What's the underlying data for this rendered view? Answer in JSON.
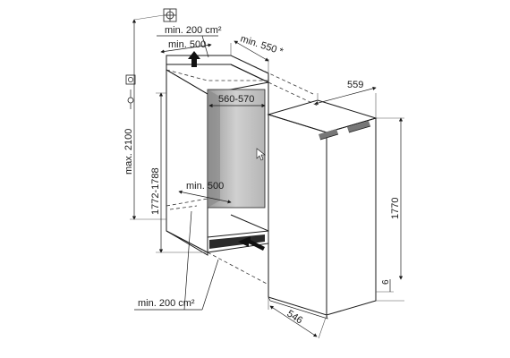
{
  "labels": {
    "vent_top": "min. 200 cm²",
    "vent_bottom": "min. 200 cm²",
    "depth_top": "min. 500",
    "depth_bottom": "min. 500",
    "niche_depth": "min. 550 *",
    "niche_width": "560-570",
    "niche_height": "1772-1788",
    "max_height": "max. 2100",
    "appliance_width": "559",
    "appliance_height": "1770",
    "appliance_depth": "546",
    "foot_height": "6"
  },
  "icons": {
    "top_symbol": "crosshair-circle-icon",
    "socket_symbol": "power-socket-icon",
    "airflow_top": "airflow-arrow-up-icon",
    "airflow_bottom": "airflow-arrow-in-icon",
    "cursor": "cursor-arrow-icon"
  }
}
